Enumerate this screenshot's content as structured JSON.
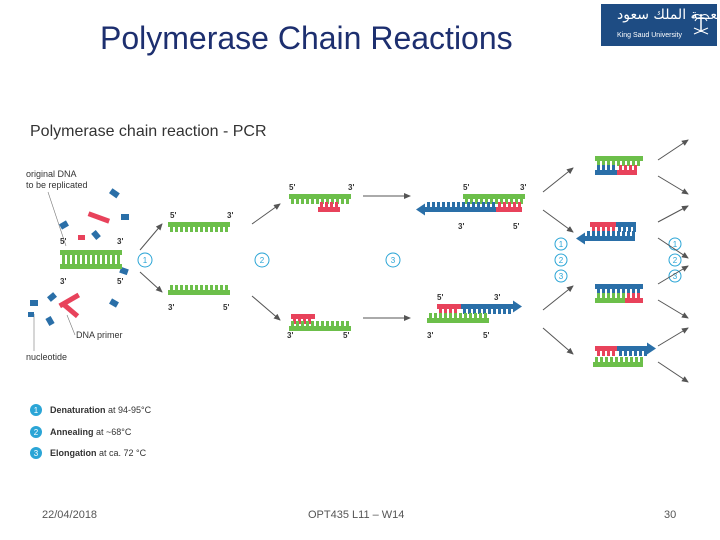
{
  "slide": {
    "title": "Polymerase Chain Reactions"
  },
  "logo": {
    "arabic": "جـــامـعـــة الملك سعود",
    "english": "King Saud University"
  },
  "figure": {
    "title": "Polymerase chain reaction - PCR",
    "labels": {
      "original_dna": [
        "original DNA",
        "to be replicated"
      ],
      "dna_primer": "DNA primer",
      "nucleotide": "nucleotide"
    },
    "ends": {
      "five": "5'",
      "three": "3'"
    },
    "step_numbers": [
      "1",
      "2",
      "3"
    ],
    "steps": [
      {
        "number": "1",
        "name": "Denaturation",
        "detail": " at 94-95°C"
      },
      {
        "number": "2",
        "name": "Annealing",
        "detail": " at ~68°C"
      },
      {
        "number": "3",
        "name": "Elongation",
        "detail": " at ca. 72 °C"
      }
    ],
    "colors": {
      "template_green": "#6cbf4a",
      "primer_red": "#e8425b",
      "new_strand_blue": "#2a6fa8",
      "step_circle": "#2ba5d6",
      "arrow": "#555555"
    }
  },
  "footer": {
    "date": "22/04/2018",
    "course": "OPT435    L11 –  W14",
    "page": "30"
  }
}
